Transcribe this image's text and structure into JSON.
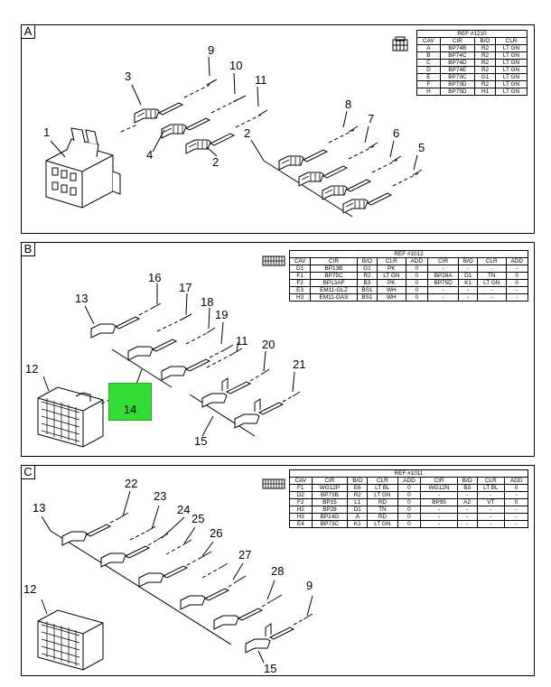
{
  "panels": [
    {
      "letter": "A",
      "ref": "REF #1210",
      "headers": [
        "CAV",
        "CIR",
        "B/O",
        "CLR"
      ],
      "rows": [
        [
          "A",
          "BP74B",
          "R2",
          "LT GN"
        ],
        [
          "B",
          "BP74C",
          "R2",
          "LT GN"
        ],
        [
          "C",
          "BP74D",
          "R2",
          "LT GN"
        ],
        [
          "D",
          "BP74E",
          "R2",
          "LT GN"
        ],
        [
          "E",
          "BP73C",
          "G1",
          "LT GN"
        ],
        [
          "F",
          "BP73D",
          "R2",
          "LT GN"
        ],
        [
          "H",
          "BP75D",
          "H1",
          "LT GN"
        ]
      ],
      "callouts": [
        "1",
        "2",
        "2",
        "3",
        "4",
        "5",
        "6",
        "7",
        "8",
        "9",
        "10",
        "11"
      ]
    },
    {
      "letter": "B",
      "ref": "REF #1012",
      "headers": [
        "CAV",
        "CIR",
        "B/O",
        "CLR",
        "ADD",
        "CIR",
        "B/O",
        "CLR",
        "ADD"
      ],
      "rows": [
        [
          "D1",
          "BP13B",
          "G1",
          "PK",
          "0",
          "-",
          "-",
          "-",
          "-"
        ],
        [
          "F1",
          "BP75C",
          "R2",
          "LT GN",
          "0",
          "BP28A",
          "D1",
          "TN",
          "0"
        ],
        [
          "F2",
          "BP13AF",
          "B3",
          "PK",
          "0",
          "BP75D",
          "K1",
          "LT GN",
          "0"
        ],
        [
          "E3",
          "EM11-GLZ",
          "BS1",
          "WH",
          "0",
          "-",
          "-",
          "-",
          "-"
        ],
        [
          "H3",
          "EM11-GAS",
          "BS1",
          "WH",
          "0",
          "-",
          "-",
          "-",
          "-"
        ]
      ],
      "callouts": [
        "11",
        "12",
        "13",
        "14",
        "15",
        "16",
        "17",
        "18",
        "19",
        "20",
        "21"
      ]
    },
    {
      "letter": "C",
      "ref": "REF #1011",
      "headers": [
        "CAV",
        "CIR",
        "B/O",
        "CLR",
        "ADD",
        "CIR",
        "B/O",
        "CLR",
        "ADD"
      ],
      "rows": [
        [
          "F1",
          "WG12P",
          "E6",
          "LT BL",
          "0",
          "WG12N",
          "B3",
          "LT BL",
          "0"
        ],
        [
          "D2",
          "BP73B",
          "R2",
          "LT GN",
          "0",
          "-",
          "-",
          "-",
          "-"
        ],
        [
          "F2",
          "BP15",
          "L1",
          "RD",
          "0",
          "BP95",
          "A2",
          "VT",
          "0"
        ],
        [
          "H2",
          "BP28",
          "D1",
          "TN",
          "0",
          "-",
          "-",
          "-",
          "-"
        ],
        [
          "H3",
          "BP14G",
          "A",
          "RD",
          "0",
          "-",
          "-",
          "-",
          "-"
        ],
        [
          "E4",
          "BP73C",
          "K1",
          "LT GN",
          "0",
          "-",
          "-",
          "-",
          "-"
        ]
      ],
      "callouts": [
        "9",
        "12",
        "13",
        "15",
        "22",
        "23",
        "24",
        "25",
        "26",
        "27",
        "28"
      ]
    }
  ],
  "highlight_color": "#33dd33"
}
